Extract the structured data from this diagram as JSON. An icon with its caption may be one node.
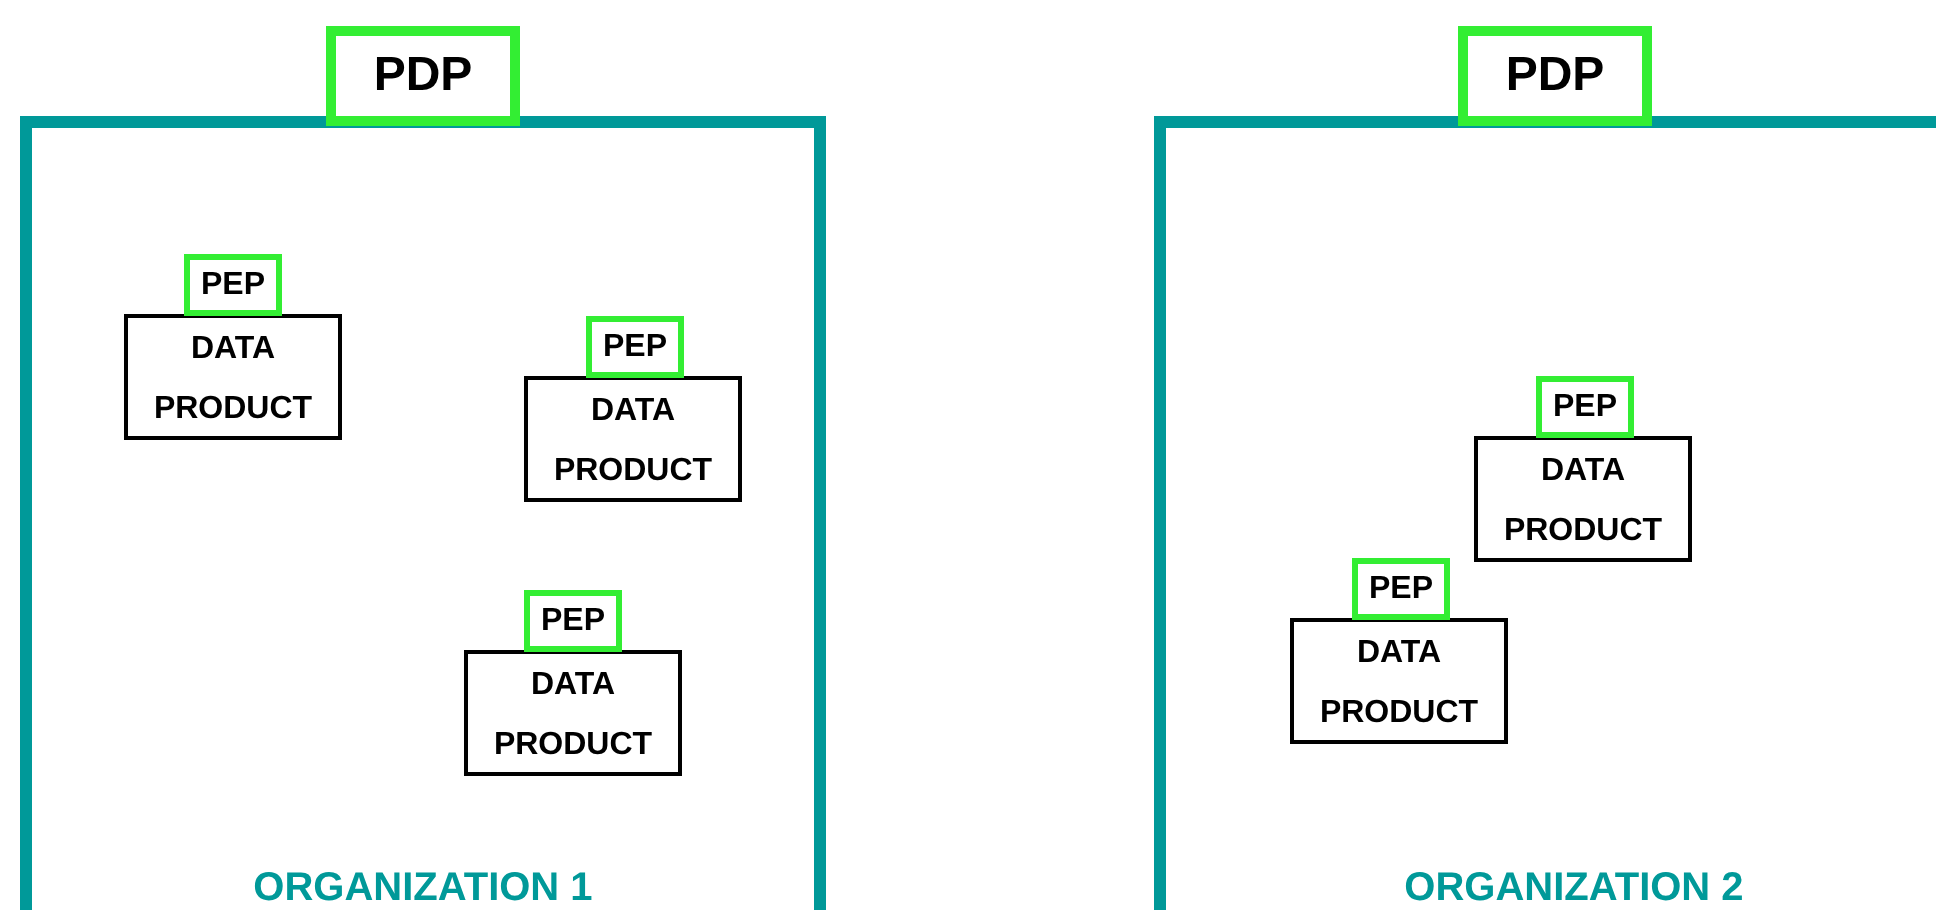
{
  "diagram": {
    "nodes": [
      {
        "text": [
          "PDP"
        ]
      },
      {
        "text": [
          "ORGANIZATION 1"
        ]
      },
      {
        "text": [
          "PEP"
        ],
        "in": 1
      },
      {
        "text": [
          "DATA PRODUCT"
        ],
        "in": 1
      },
      {
        "text": [
          "PEP"
        ],
        "in": 1
      },
      {
        "text": [
          "DATA PRODUCT"
        ],
        "in": 1
      },
      {
        "text": [
          "PEP"
        ],
        "in": 1
      },
      {
        "text": [
          "DATA PRODUCT"
        ],
        "in": 1
      },
      {
        "text": [
          "PDP"
        ]
      },
      {
        "text": [
          "ORGANIZATION 2"
        ]
      },
      {
        "text": [
          "PEP"
        ],
        "in": 9
      },
      {
        "text": [
          "DATA PRODUCT"
        ],
        "in": 9
      },
      {
        "text": [
          "PEP"
        ],
        "in": 9
      },
      {
        "text": [
          "DATA PRODUCT"
        ],
        "in": 9
      }
    ],
    "edges": []
  }
}
